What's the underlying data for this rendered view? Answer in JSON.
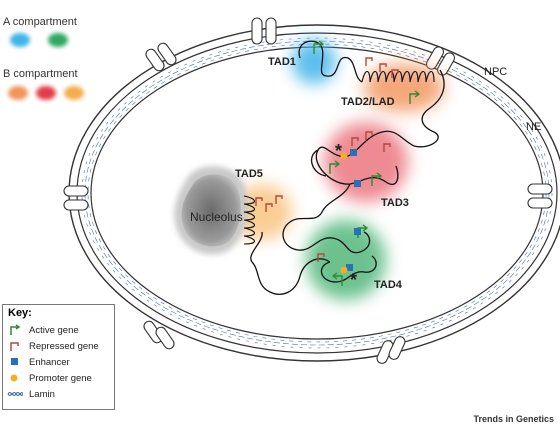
{
  "legend": {
    "a_compartment": "A compartment",
    "b_compartment": "B compartment"
  },
  "labels": {
    "tad1": "TAD1",
    "tad2": "TAD2/LAD",
    "tad3": "TAD3",
    "tad4": "TAD4",
    "tad5": "TAD5",
    "nucleolus": "Nucleolus",
    "npc": "NPC",
    "ne": "NE",
    "asterisk": "*"
  },
  "key": {
    "title": "Key:",
    "items": [
      {
        "icon": "active-gene-arrow-icon",
        "label": "Active gene"
      },
      {
        "icon": "repressed-gene-icon",
        "label": "Repressed gene"
      },
      {
        "icon": "enhancer-square-icon",
        "label": "Enhancer"
      },
      {
        "icon": "promoter-dot-icon",
        "label": "Promoter gene"
      },
      {
        "icon": "lamin-icon",
        "label": "Lamin"
      }
    ]
  },
  "credit": "Trends in Genetics",
  "colors": {
    "a_blue": "#3fb4e8",
    "a_green": "#2ea860",
    "b_orange": "#f2935a",
    "b_red": "#e23c4b",
    "b_yellow": "#f6ac4d",
    "active_gene": "#2e8b2e",
    "repressed_gene": "#b8463a",
    "enhancer": "#2a6fba",
    "promoter": "#f0b020",
    "lamin": "#3a5f9e"
  }
}
